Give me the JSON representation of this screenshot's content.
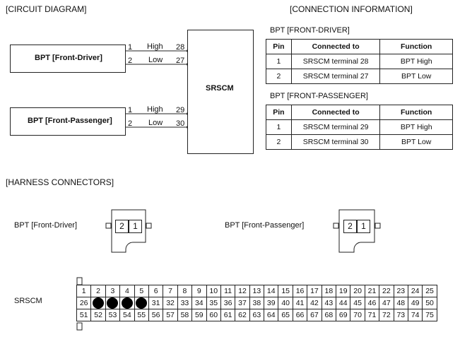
{
  "headings": {
    "circuit": "[CIRCUIT DIAGRAM]",
    "connection": "[CONNECTION INFORMATION]",
    "harness": "[HARNESS CONNECTORS]"
  },
  "circuit": {
    "driver_box": "BPT [Front-Driver]",
    "passenger_box": "BPT [Front-Passenger]",
    "module": "SRSCM",
    "driver_wires": [
      {
        "pin": "1",
        "signal": "High",
        "terminal": "28"
      },
      {
        "pin": "2",
        "signal": "Low",
        "terminal": "27"
      }
    ],
    "passenger_wires": [
      {
        "pin": "1",
        "signal": "High",
        "terminal": "29"
      },
      {
        "pin": "2",
        "signal": "Low",
        "terminal": "30"
      }
    ]
  },
  "connection_tables": [
    {
      "title": "BPT [FRONT-DRIVER]",
      "headers": [
        "Pin",
        "Connected to",
        "Function"
      ],
      "rows": [
        [
          "1",
          "SRSCM terminal 28",
          "BPT High"
        ],
        [
          "2",
          "SRSCM terminal 27",
          "BPT Low"
        ]
      ]
    },
    {
      "title": "BPT [FRONT-PASSENGER]",
      "headers": [
        "Pin",
        "Connected to",
        "Function"
      ],
      "rows": [
        [
          "1",
          "SRSCM terminal 29",
          "BPT High"
        ],
        [
          "2",
          "SRSCM terminal 30",
          "BPT Low"
        ]
      ]
    }
  ],
  "harness": {
    "driver_label": "BPT [Front-Driver]",
    "passenger_label": "BPT [Front-Passenger]",
    "connector_cavities": [
      "2",
      "1"
    ],
    "srscm_label": "SRSCM",
    "srscm_pins": [
      [
        "1",
        "2",
        "3",
        "4",
        "5",
        "6",
        "7",
        "8",
        "9",
        "10",
        "11",
        "12",
        "13",
        "14",
        "15",
        "16",
        "17",
        "18",
        "19",
        "20",
        "21",
        "22",
        "23",
        "24",
        "25"
      ],
      [
        "26",
        "",
        "",
        "",
        "",
        "31",
        "32",
        "33",
        "34",
        "35",
        "36",
        "37",
        "38",
        "39",
        "40",
        "41",
        "42",
        "43",
        "44",
        "45",
        "46",
        "47",
        "48",
        "49",
        "50"
      ],
      [
        "51",
        "52",
        "53",
        "54",
        "55",
        "56",
        "57",
        "58",
        "59",
        "60",
        "61",
        "62",
        "63",
        "64",
        "65",
        "66",
        "67",
        "68",
        "69",
        "70",
        "71",
        "72",
        "73",
        "74",
        "75"
      ]
    ],
    "filled_pins": [
      "27",
      "28",
      "29",
      "30"
    ]
  }
}
